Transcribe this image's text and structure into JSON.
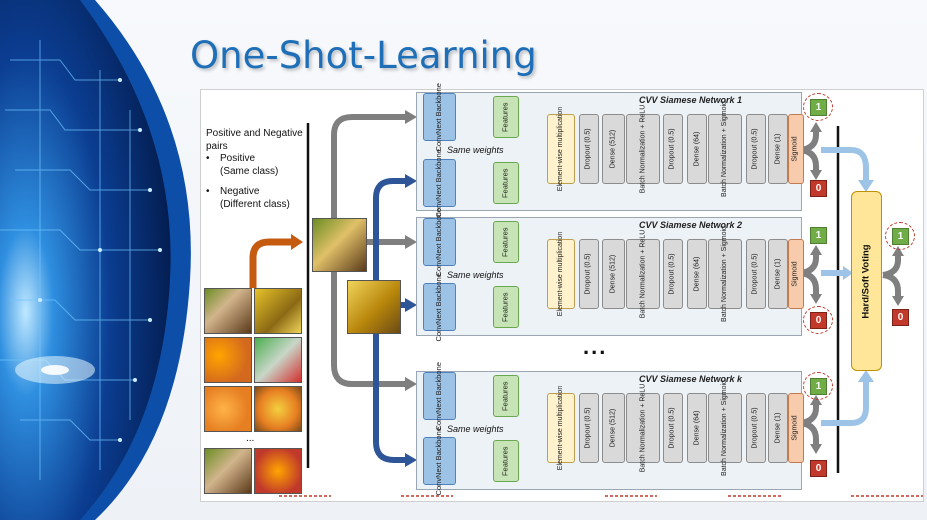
{
  "slide": {
    "title": "One-Shot-Learning"
  },
  "diagram": {
    "pairs_heading": "Positive and Negative pairs",
    "bullets": [
      {
        "bullet": "•",
        "label": "Positive",
        "sub": "(Same class)"
      },
      {
        "bullet": "•",
        "label": "Negative",
        "sub": "(Different class)"
      }
    ],
    "pairs_more": "...",
    "networks": [
      {
        "title": "CVV Siamese Network 1",
        "top_output": "1",
        "bottom_output": "0"
      },
      {
        "title": "CVV Siamese Network 2",
        "top_output": "1",
        "bottom_output": "0"
      },
      {
        "title": "CVV Siamese Network k",
        "top_output": "1",
        "bottom_output": "0"
      }
    ],
    "networks_ellipsis": "...",
    "backbone_label": "ConvNext Backbone",
    "features_label": "Features",
    "same_weights": "Same weights",
    "layers": [
      "Element-wise multiplication",
      "Dropout (0.5)",
      "Dense (512)",
      "Batch Normalization + ReLU",
      "Dropout (0.5)",
      "Dense (64)",
      "Batch Normalization + Sigmoid",
      "Dropout (0.5)",
      "Dense (1)",
      "Sigmoid"
    ],
    "voting_label": "Hard/Soft Voting",
    "final_top": "1",
    "final_bottom": "0"
  },
  "colors": {
    "title": "#1f6fb8",
    "backbone": "#9cc2e6",
    "features": "#c6e4b5",
    "elementwise": "#fff2cc",
    "layer_gray": "#d9d9d9",
    "sigmoid": "#f8cbad",
    "voting": "#ffe699",
    "orange_arrow": "#c55a11",
    "blue_arrow": "#2e5597",
    "gray_arrow": "#7f7f7f",
    "light_blue_arrow": "#9dc3e6",
    "badge_one": "#70ad47",
    "badge_zero": "#c0392b"
  }
}
